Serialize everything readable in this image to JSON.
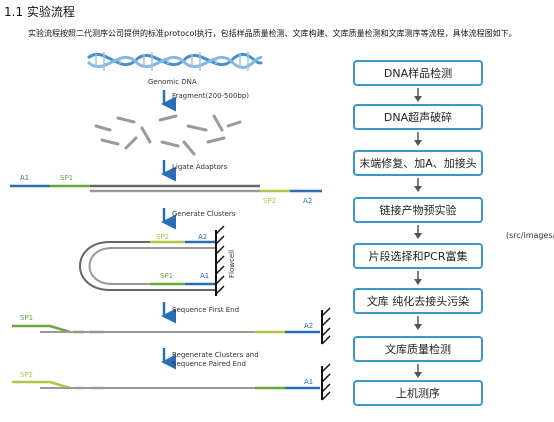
{
  "section_heading": "1.1 实验流程",
  "intro_text": "实验流程按照二代测序公司提供的标准protocol执行，包括样品质量检测、文库构建、文库质量检测和文库测序等流程，具体流程图如下。",
  "broken_image_text": "(src/images/a",
  "diagram": {
    "genomic_dna": "Genomic DNA",
    "fragment": "Fragment(200-500bp)",
    "ligate": "Ligate Adaptors",
    "generate": "Generate Clusters",
    "seq_first": "Sequence First End",
    "regen_1": "Regenerate Clusters and",
    "regen_2": "Sequence Paired End",
    "flowcell": "Flowcell",
    "a1": "A1",
    "a2": "A2",
    "sp1": "SP1",
    "sp2": "SP2"
  },
  "flow_steps": [
    "DNA样品检测",
    "DNA超声破碎",
    "末端修复、加A、加接头",
    "链接产物预实验",
    "片段选择和PCR富集",
    "文库 纯化去接头污染",
    "文库质量检测",
    "上机测序"
  ],
  "colors": {
    "dna_helix": "#4a90c8",
    "box_border": "#3c98c8",
    "sp1": "#6aa83a",
    "sp2": "#b8c244",
    "adaptor": "#2a6fb5"
  }
}
